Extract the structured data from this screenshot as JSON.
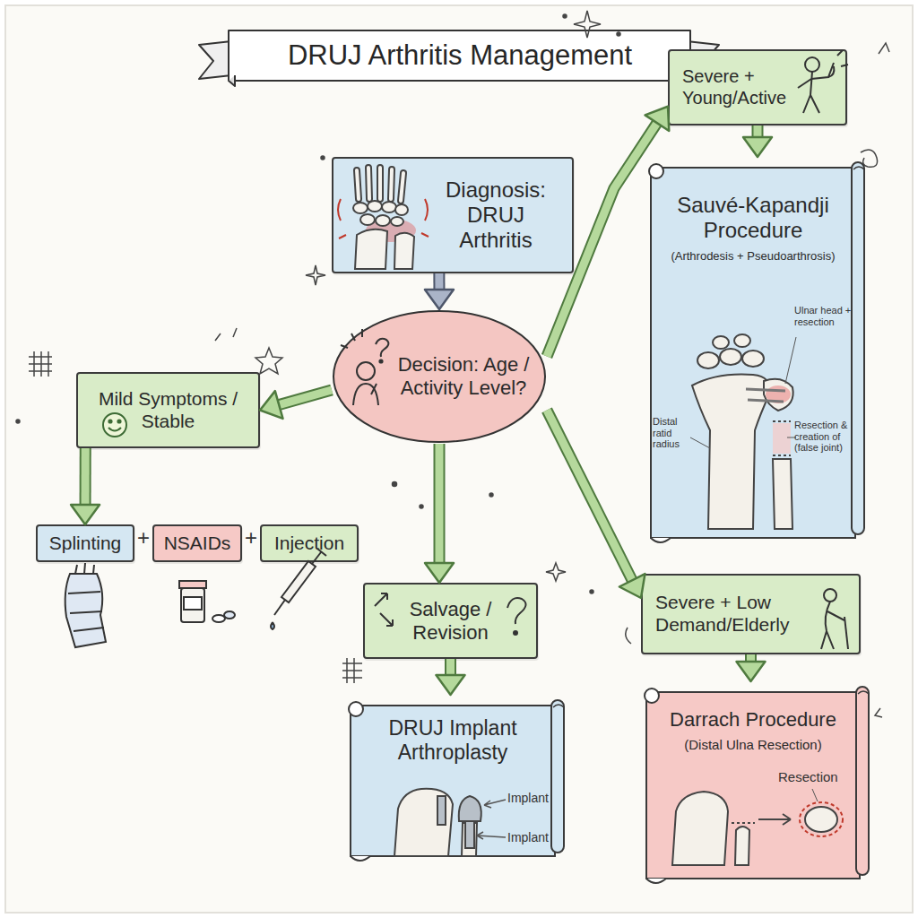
{
  "diagram": {
    "title": "DRUJ Arthritis Management",
    "nodes": [
      {
        "text": [
          "Diagnosis: DRUJ Arthritis"
        ]
      },
      {
        "text": [
          "Decision: Age / Activity Level?"
        ]
      },
      {
        "text": [
          "Mild Symptoms / Stable"
        ]
      },
      {
        "text": [
          "Splinting"
        ]
      },
      {
        "text": [
          "NSAIDs"
        ]
      },
      {
        "text": [
          "Injection"
        ]
      },
      {
        "text": [
          "Severe + Young/Active"
        ]
      },
      {
        "text": [
          "Sauvé-Kapandji Procedure",
          "(Arthrodesis + Pseudoarthrosis)"
        ]
      },
      {
        "text": [
          "Salvage / Revision"
        ]
      },
      {
        "text": [
          "DRUJ Implant Arthroplasty"
        ]
      },
      {
        "text": [
          "Severe + Low Demand/Elderly"
        ]
      },
      {
        "text": [
          "Darrach Procedure",
          "(Distal Ulna Resection)"
        ]
      }
    ],
    "edges": [
      {
        "from": 0,
        "to": 1,
        "arrow": "to"
      },
      {
        "from": 1,
        "to": 2,
        "arrow": "to"
      },
      {
        "from": 2,
        "to": 3,
        "arrow": "to"
      },
      {
        "from": 1,
        "to": 6,
        "arrow": "to"
      },
      {
        "from": 6,
        "to": 7,
        "arrow": "to"
      },
      {
        "from": 1,
        "to": 8,
        "arrow": "to"
      },
      {
        "from": 8,
        "to": 9,
        "arrow": "to"
      },
      {
        "from": 1,
        "to": 10,
        "arrow": "to"
      },
      {
        "from": 10,
        "to": 11,
        "arrow": "to"
      }
    ],
    "labels": [
      "+",
      "+",
      "Distal ratid radius",
      "Ulnar head + resection",
      "Resection & creation of (false joint)",
      "Implant",
      "Implant",
      "Resection"
    ]
  }
}
